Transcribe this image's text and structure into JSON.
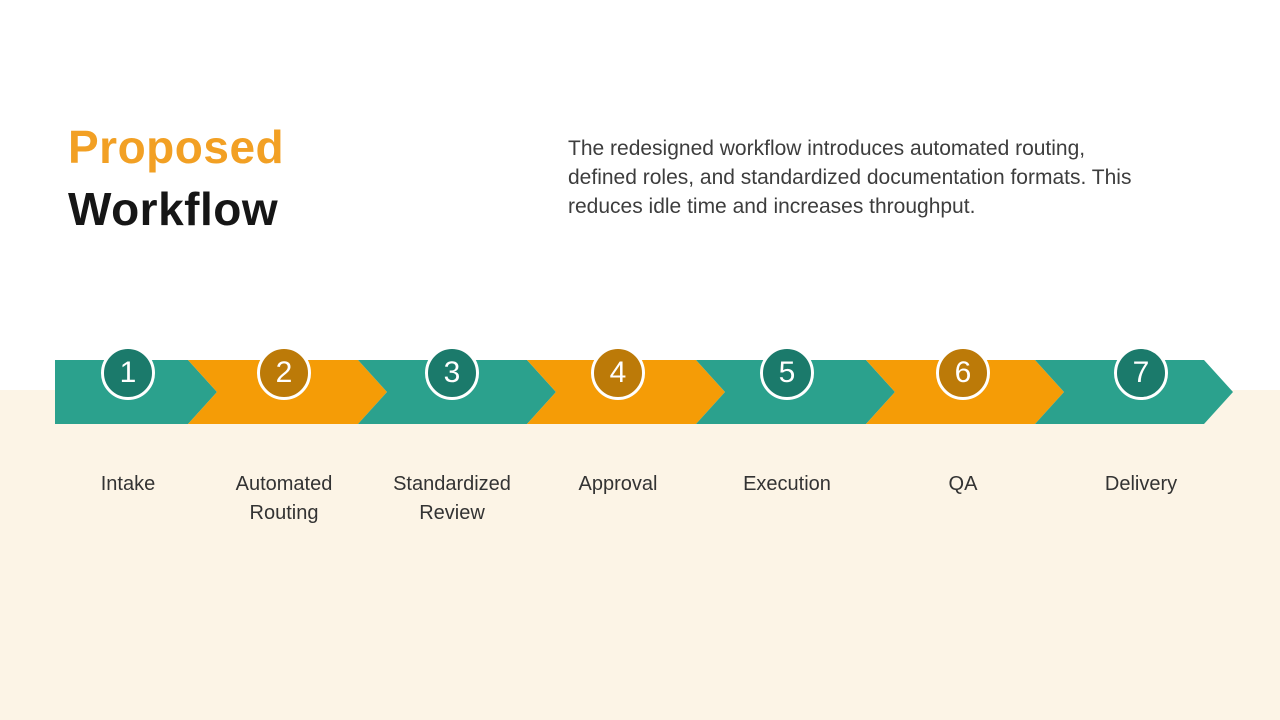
{
  "slide": {
    "title": {
      "line1": "Proposed",
      "line2": "Workflow"
    },
    "description": "The redesigned workflow introduces automated routing, defined roles, and standardized documentation formats. This reduces idle time and increases throughput.",
    "steps": [
      {
        "number": "1",
        "label": "Intake"
      },
      {
        "number": "2",
        "label": "Automated Routing"
      },
      {
        "number": "3",
        "label": "Standardized Review"
      },
      {
        "number": "4",
        "label": "Approval"
      },
      {
        "number": "5",
        "label": "Execution"
      },
      {
        "number": "6",
        "label": "QA"
      },
      {
        "number": "7",
        "label": "Delivery"
      }
    ],
    "colors": {
      "title_orange": "#F2A024",
      "title_black": "#161616",
      "arrow_teal": "#2BA18D",
      "arrow_orange": "#F59C06",
      "circle_teal": "#1B7A6B",
      "circle_orange": "#BC7A08",
      "background_top": "#FFFFFF",
      "background_bottom": "#FCF4E6",
      "body_text": "#3D3D3D"
    }
  }
}
